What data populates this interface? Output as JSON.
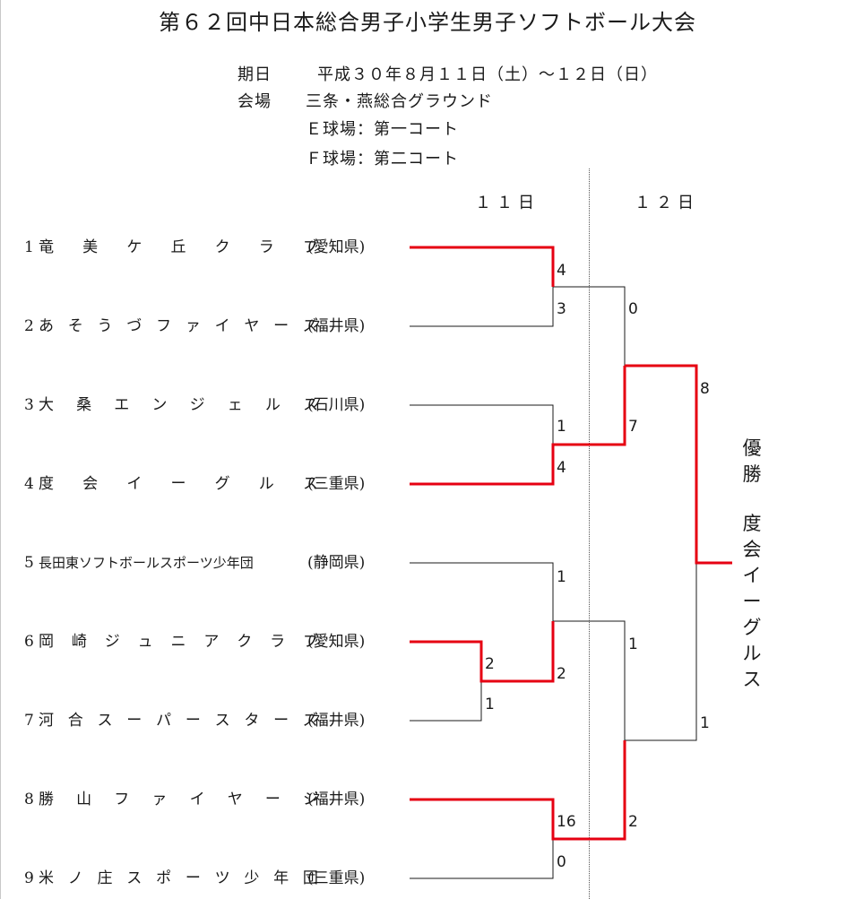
{
  "title": "第６２回中日本総合男子小学生男子ソフトボール大会",
  "info": {
    "date_label": "期日",
    "date_value": "平成３０年８月１１日（土）～１２日（日）",
    "venue_label": "会場",
    "venue_value": "三条・燕総合グラウンド",
    "field_e": "Ｅ球場：第一コート",
    "field_f": "Ｆ球場：第二コート"
  },
  "days": [
    "１１日",
    "１２日"
  ],
  "teams": [
    {
      "no": "1",
      "chars": [
        "竜",
        "美",
        "ケ",
        "丘",
        "ク",
        "ラ",
        "ブ"
      ],
      "pref": "(愛知県)"
    },
    {
      "no": "2",
      "chars": [
        "あ",
        "そ",
        "う",
        "づ",
        "フ",
        "ァ",
        "イ",
        "ヤ",
        "ー",
        "ズ"
      ],
      "pref": "(福井県)"
    },
    {
      "no": "3",
      "chars": [
        "大",
        "桑",
        "エ",
        "ン",
        "ジ",
        "ェ",
        "ル",
        "ス"
      ],
      "pref": "(石川県)"
    },
    {
      "no": "4",
      "chars": [
        "度",
        "会",
        "イ",
        "ー",
        "グ",
        "ル",
        "ス"
      ],
      "pref": "(三重県)"
    },
    {
      "no": "5",
      "name": "長田東ソフトボールスポーツ少年団",
      "pref": "(静岡県)"
    },
    {
      "no": "6",
      "chars": [
        "岡",
        "崎",
        "ジ",
        "ュ",
        "ニ",
        "ア",
        "ク",
        "ラ",
        "ブ"
      ],
      "pref": "(愛知県)"
    },
    {
      "no": "7",
      "chars": [
        "河",
        "合",
        "ス",
        "ー",
        "パ",
        "ー",
        "ス",
        "タ",
        "ー",
        "ズ"
      ],
      "pref": "(福井県)"
    },
    {
      "no": "8",
      "chars": [
        "勝",
        "山",
        "フ",
        "ァ",
        "イ",
        "ヤ",
        "ー",
        "ジ"
      ],
      "pref": "(福井県)"
    },
    {
      "no": "9",
      "chars": [
        "米",
        "ノ",
        "庄",
        "ス",
        "ポ",
        "ー",
        "ツ",
        "少",
        "年",
        "団"
      ],
      "pref": "(三重県)"
    }
  ],
  "scores": {
    "r1_m1_top": "4",
    "r1_m1_bot": "3",
    "r1_m2_top": "1",
    "r1_m2_bot": "4",
    "r1_m3_top": "1",
    "r1_m3_bot": "2",
    "pre_top": "2",
    "pre_bot": "1",
    "r1_m4_top": "16",
    "r1_m4_bot": "0",
    "sf1_top": "0",
    "sf1_bot": "7",
    "sf2_top": "1",
    "sf2_bot": "2",
    "final_top": "8",
    "final_bot": "1"
  },
  "champion": {
    "label_chars": [
      "優",
      "勝"
    ],
    "name_chars": [
      "度",
      "会",
      "イ",
      "ー",
      "グ",
      "ル",
      "ス"
    ]
  },
  "colors": {
    "winner_line": "#e60012",
    "loser_line": "#1a1a1a"
  }
}
